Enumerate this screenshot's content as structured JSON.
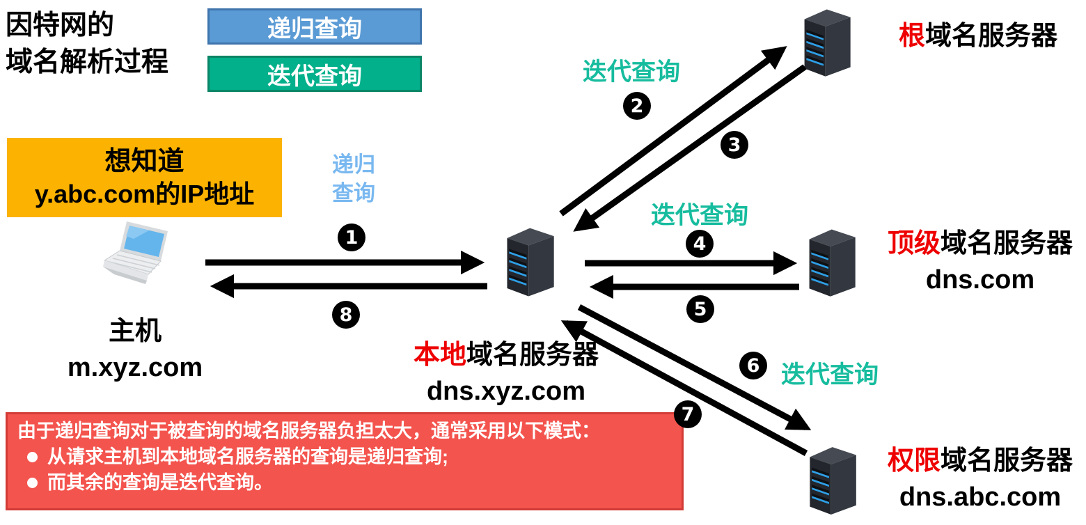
{
  "title": {
    "line1": "因特网的",
    "line2": "域名解析过程"
  },
  "legend": {
    "recursive_label": "递归查询",
    "iterative_label": "迭代查询"
  },
  "query_box": {
    "line1": "想知道",
    "line2": "y.abc.com的IP地址"
  },
  "host": {
    "name": "主机",
    "domain": "m.xyz.com"
  },
  "servers": {
    "local": {
      "prefix": "本地",
      "suffix": "域名服务器",
      "domain": "dns.xyz.com"
    },
    "root": {
      "prefix": "根",
      "suffix": "域名服务器"
    },
    "tld": {
      "prefix": "顶级",
      "suffix": "域名服务器",
      "domain": "dns.com"
    },
    "auth": {
      "prefix": "权限",
      "suffix": "域名服务器",
      "domain": "dns.abc.com"
    }
  },
  "arrow_labels": {
    "recursive_line1": "递归",
    "recursive_line2": "查询",
    "iterative_root": "迭代查询",
    "iterative_tld": "迭代查询",
    "iterative_auth": "迭代查询"
  },
  "steps": [
    "1",
    "2",
    "3",
    "4",
    "5",
    "6",
    "7",
    "8"
  ],
  "note": {
    "heading": "由于递归查询对于被查询的域名服务器负担太大，通常采用以下模式：",
    "bullets": [
      "从请求主机到本地域名服务器的查询是递归查询;",
      "而其余的查询是迭代查询。"
    ]
  },
  "colors": {
    "recursive_box_blue": "#5B9BD5",
    "recursive_text_blue": "#79B8F0",
    "iterative_box_teal": "#02B08B",
    "iterative_text_teal": "#16BC9E",
    "query_box_yellow": "#FBB200",
    "note_box_red": "#F4544E",
    "highlight_red": "#EE0000",
    "arrow_black": "#000000",
    "server_stripe_blue": "#2E9FE6"
  }
}
